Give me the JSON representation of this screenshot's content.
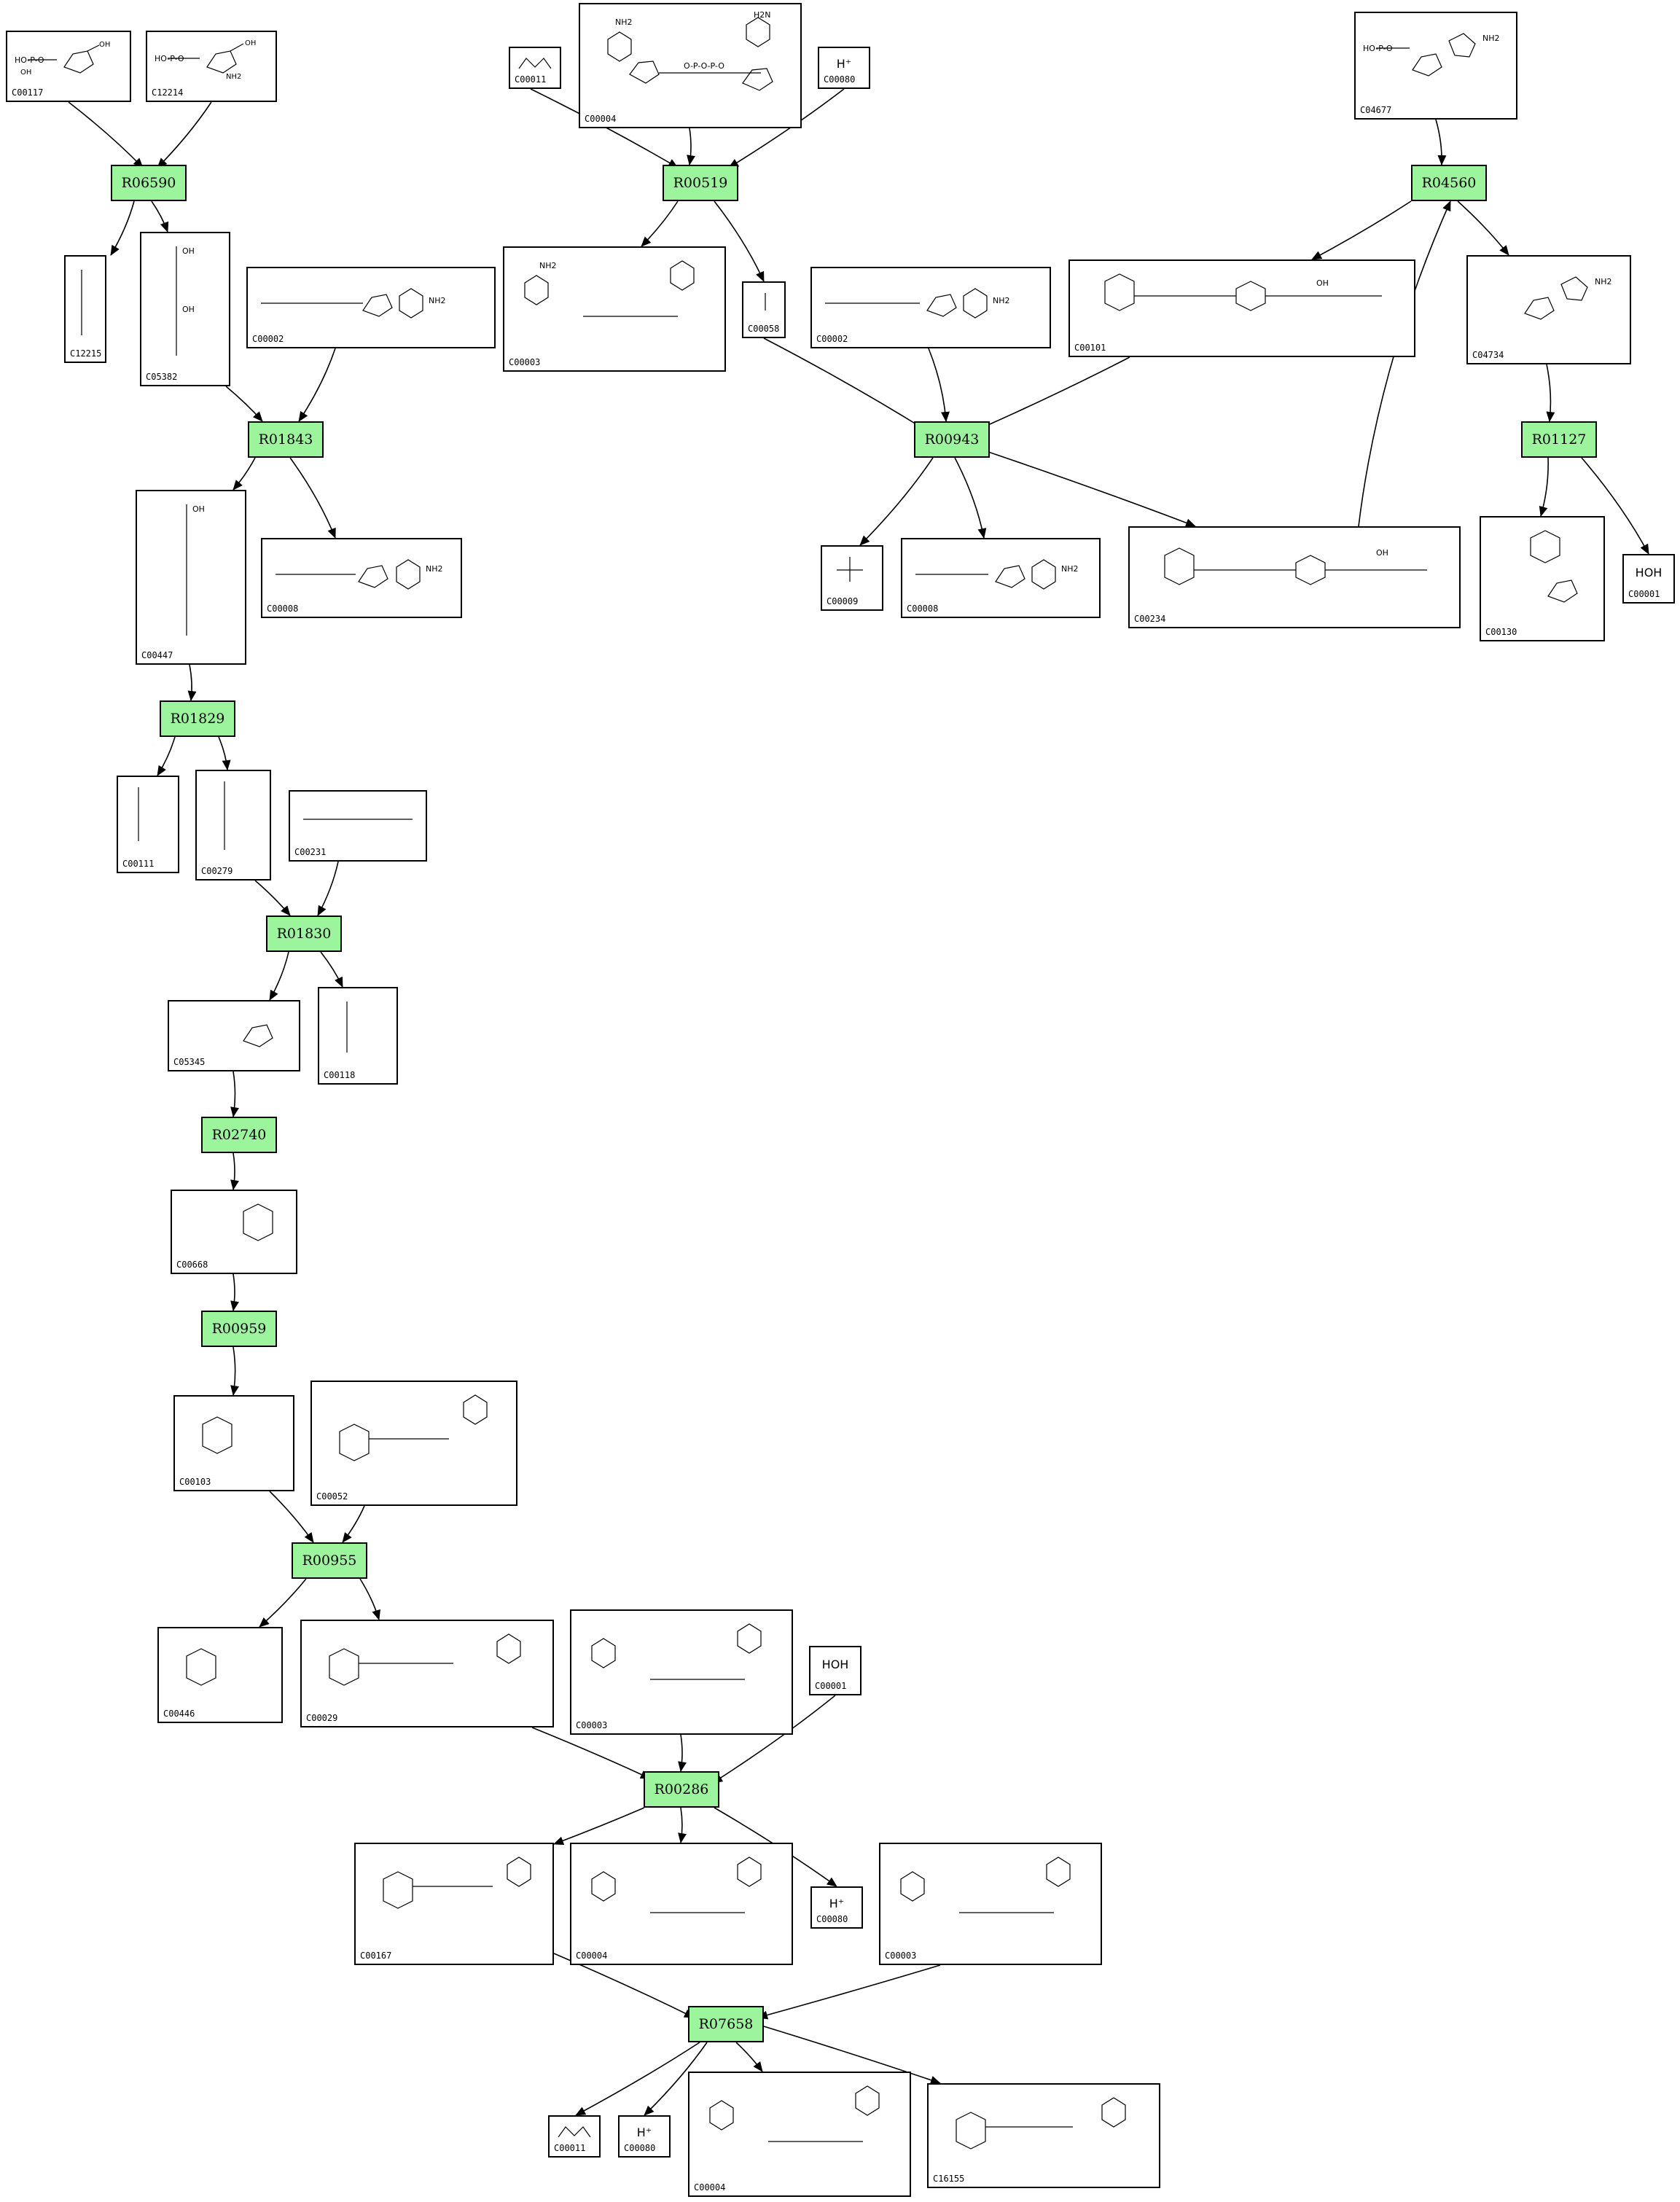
{
  "reactions": [
    "R06590",
    "R00519",
    "R04560",
    "R01843",
    "R00943",
    "R01127",
    "R01829",
    "R01830",
    "R02740",
    "R00959",
    "R00955",
    "R00286",
    "R07658"
  ],
  "compounds": [
    "C00117",
    "C12214",
    "C00011",
    "C00004",
    "C00080",
    "C04677",
    "C12215",
    "C05382",
    "C00002",
    "C00003",
    "C00058",
    "C00002",
    "C00101",
    "C04734",
    "C00447",
    "C00008",
    "C00009",
    "C00008",
    "C00234",
    "C00130",
    "C00001",
    "C00111",
    "C00279",
    "C00231",
    "C05345",
    "C00118",
    "C00668",
    "C00103",
    "C00052",
    "C00446",
    "C00029",
    "C00003",
    "C00001",
    "C00167",
    "C00004",
    "C00080",
    "C00003",
    "C00011",
    "C00080",
    "C00004",
    "C16155"
  ],
  "simple_labels": {
    "proton": "H⁺",
    "water": "H⁢O⁢H"
  },
  "colors": {
    "reaction_fill": "#9cf59c",
    "edge": "#000000",
    "box_border": "#000000"
  }
}
